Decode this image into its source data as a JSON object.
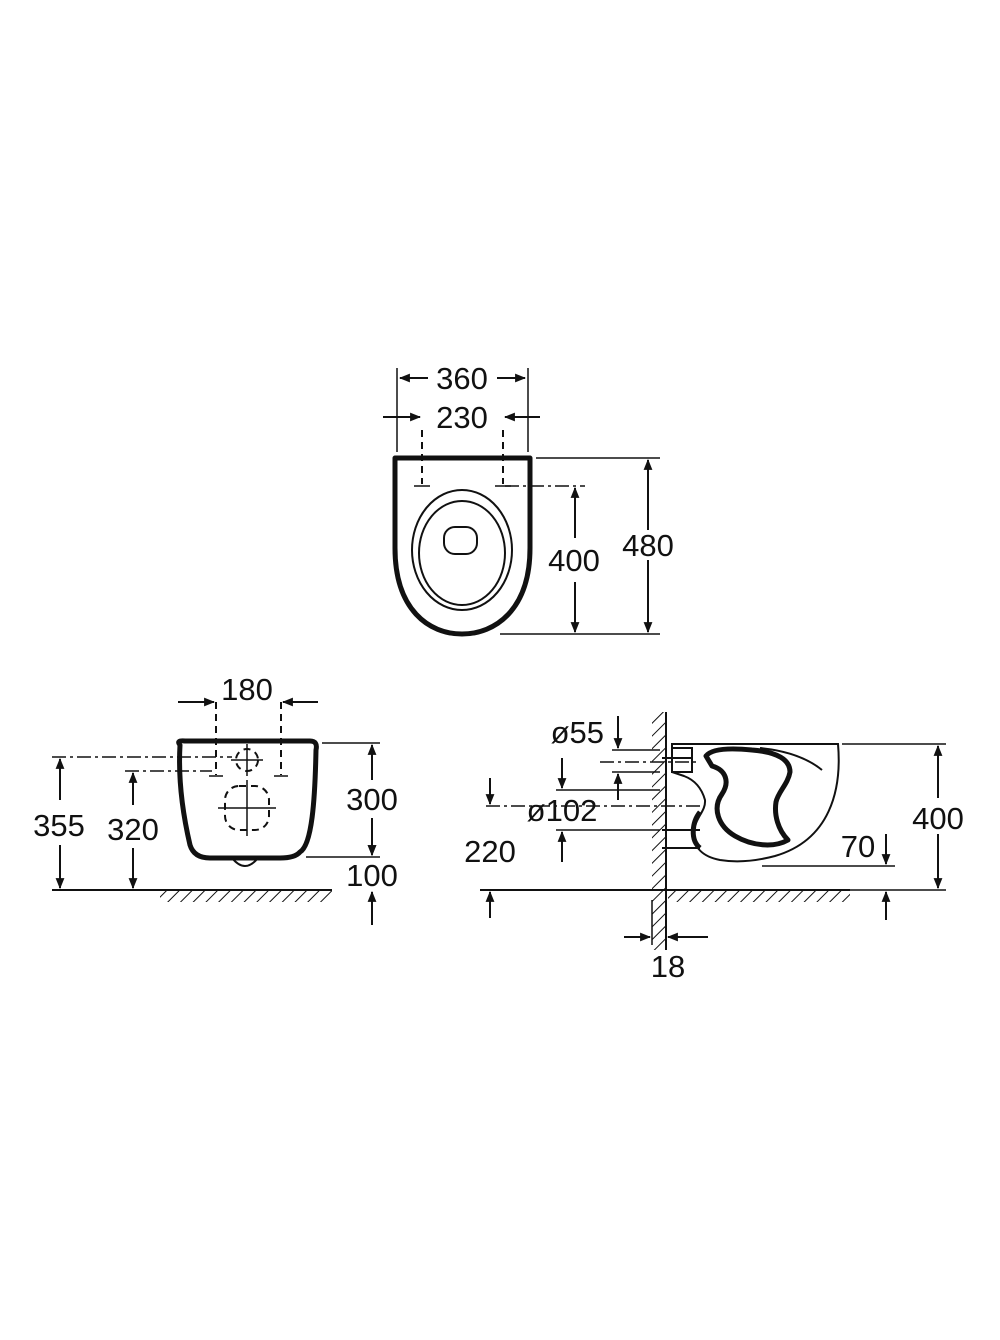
{
  "top_view": {
    "width_total": "360",
    "width_fixing": "230",
    "depth_fixing": "400",
    "depth_total": "480"
  },
  "front_view": {
    "fixing_spacing": "180",
    "height_top": "355",
    "height_fixing": "320",
    "body_height": "300",
    "clearance": "100"
  },
  "side_view": {
    "inlet_diameter": "ø55",
    "outlet_diameter": "ø102",
    "outlet_height": "220",
    "wall_thickness": "18",
    "rim_offset": "70",
    "total_height": "400"
  },
  "colors": {
    "ink": "#111111",
    "paper": "#ffffff"
  }
}
